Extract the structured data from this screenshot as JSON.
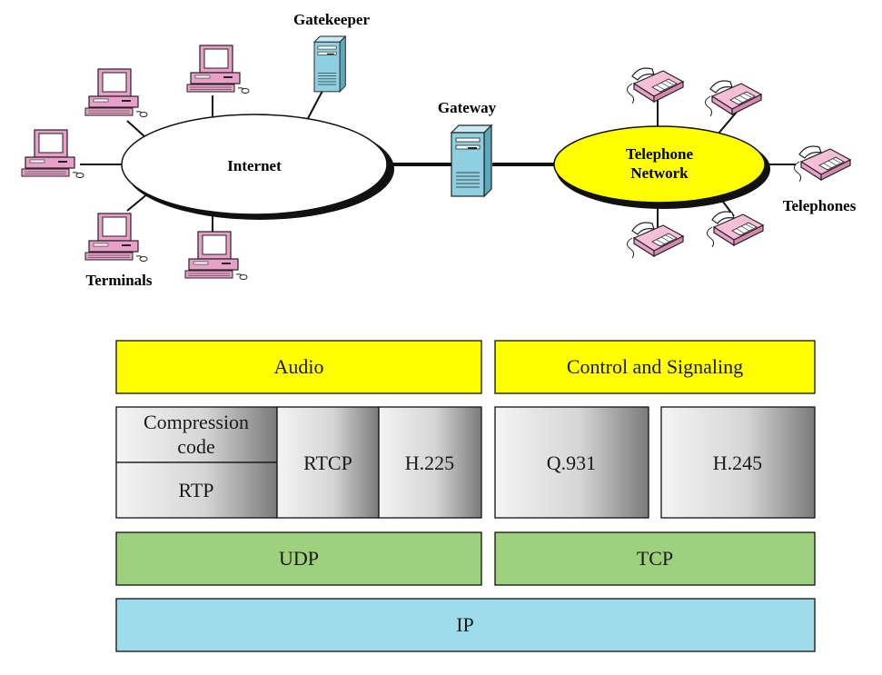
{
  "network": {
    "labels": {
      "gatekeeper": "Gatekeeper",
      "gateway": "Gateway",
      "internet": "Internet",
      "telephone_network_line1": "Telephone",
      "telephone_network_line2": "Network",
      "telephones": "Telephones",
      "terminals": "Terminals"
    }
  },
  "stack": {
    "audio": "Audio",
    "control": "Control and Signaling",
    "compression_line1": "Compression",
    "compression_line2": "code",
    "rtp": "RTP",
    "rtcp": "RTCP",
    "h225": "H.225",
    "q931": "Q.931",
    "h245": "H.245",
    "udp": "UDP",
    "tcp": "TCP",
    "ip": "IP"
  },
  "colors": {
    "audio_control": "#ffff00",
    "transport": "#9dd17e",
    "ip": "#9ddcea",
    "telephone_network": "#ffff00",
    "terminal": "#e8a0c8",
    "server": "#8fd0e0"
  }
}
